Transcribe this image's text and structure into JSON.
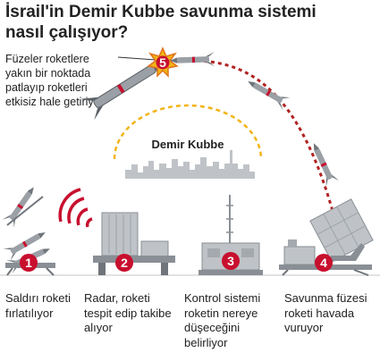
{
  "title": "İsrail'in Demir Kubbe savunma sistemi nasıl çalışıyor?",
  "callout": "Füzeler roketlere yakın bir noktada patlayıp roketleri etkisiz hale getiriyor",
  "center_label": "Demir Kubbe",
  "colors": {
    "accent_red": "#c8102e",
    "missile_gray": "#8a8f96",
    "building_gray": "#bfc3c7",
    "dome_arc": "#f2b416",
    "trajectory": "#b22222"
  },
  "steps": [
    {
      "number": "1",
      "label": "Saldırı roketi fırlatılıyor"
    },
    {
      "number": "2",
      "label": "Radar, roketi tespit edip takibe alıyor"
    },
    {
      "number": "3",
      "label": "Kontrol sistemi roketin nereye düşeceğini belirliyor"
    },
    {
      "number": "4",
      "label": "Savunma füzesi roketi havada vuruyor"
    },
    {
      "number": "5",
      "label": ""
    }
  ]
}
